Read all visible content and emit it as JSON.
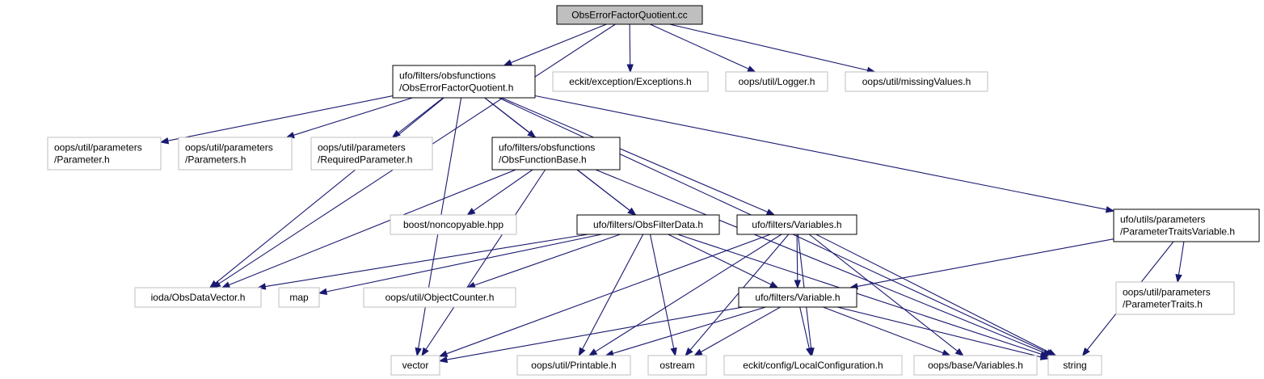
{
  "colors": {
    "root_fill": "#bfbfbf",
    "root_stroke": "#000000",
    "documented_stroke": "#000000",
    "external_stroke": "#bfbfbf",
    "edge": "#191970",
    "background": "#ffffff"
  },
  "nodes": [
    {
      "id": "root",
      "kind": "root",
      "lines": [
        "ObsErrorFactorQuotient.cc"
      ]
    },
    {
      "id": "oefq_h",
      "kind": "documented",
      "lines": [
        "ufo/filters/obsfunctions",
        "/ObsErrorFactorQuotient.h"
      ]
    },
    {
      "id": "eckit_exc",
      "kind": "external",
      "lines": [
        "eckit/exception/Exceptions.h"
      ]
    },
    {
      "id": "logger",
      "kind": "external",
      "lines": [
        "oops/util/Logger.h"
      ]
    },
    {
      "id": "missing",
      "kind": "external",
      "lines": [
        "oops/util/missingValues.h"
      ]
    },
    {
      "id": "param",
      "kind": "external",
      "lines": [
        "oops/util/parameters",
        "/Parameter.h"
      ]
    },
    {
      "id": "params",
      "kind": "external",
      "lines": [
        "oops/util/parameters",
        "/Parameters.h"
      ]
    },
    {
      "id": "reqparam",
      "kind": "external",
      "lines": [
        "oops/util/parameters",
        "/RequiredParameter.h"
      ]
    },
    {
      "id": "ofb",
      "kind": "documented",
      "lines": [
        "ufo/filters/obsfunctions",
        "/ObsFunctionBase.h"
      ]
    },
    {
      "id": "ptv",
      "kind": "documented",
      "lines": [
        "ufo/utils/parameters",
        "/ParameterTraitsVariable.h"
      ]
    },
    {
      "id": "noncopy",
      "kind": "external",
      "lines": [
        "boost/noncopyable.hpp"
      ]
    },
    {
      "id": "ofd",
      "kind": "documented",
      "lines": [
        "ufo/filters/ObsFilterData.h"
      ]
    },
    {
      "id": "vars",
      "kind": "documented",
      "lines": [
        "ufo/filters/Variables.h"
      ]
    },
    {
      "id": "odv",
      "kind": "external",
      "lines": [
        "ioda/ObsDataVector.h"
      ]
    },
    {
      "id": "map",
      "kind": "external",
      "lines": [
        "map"
      ]
    },
    {
      "id": "objcnt",
      "kind": "external",
      "lines": [
        "oops/util/ObjectCounter.h"
      ]
    },
    {
      "id": "var",
      "kind": "documented",
      "lines": [
        "ufo/filters/Variable.h"
      ]
    },
    {
      "id": "ptraits",
      "kind": "external",
      "lines": [
        "oops/util/parameters",
        "/ParameterTraits.h"
      ]
    },
    {
      "id": "vector",
      "kind": "external",
      "lines": [
        "vector"
      ]
    },
    {
      "id": "printable",
      "kind": "external",
      "lines": [
        "oops/util/Printable.h"
      ]
    },
    {
      "id": "ostream",
      "kind": "external",
      "lines": [
        "ostream"
      ]
    },
    {
      "id": "localcfg",
      "kind": "external",
      "lines": [
        "eckit/config/LocalConfiguration.h"
      ]
    },
    {
      "id": "basevars",
      "kind": "external",
      "lines": [
        "oops/base/Variables.h"
      ]
    },
    {
      "id": "string",
      "kind": "external",
      "lines": [
        "string"
      ]
    }
  ],
  "edges": [
    [
      "root",
      "oefq_h"
    ],
    [
      "root",
      "eckit_exc"
    ],
    [
      "root",
      "logger"
    ],
    [
      "root",
      "missing"
    ],
    [
      "root",
      "odv"
    ],
    [
      "oefq_h",
      "param"
    ],
    [
      "oefq_h",
      "params"
    ],
    [
      "oefq_h",
      "reqparam"
    ],
    [
      "oefq_h",
      "ofb"
    ],
    [
      "oefq_h",
      "ofd"
    ],
    [
      "oefq_h",
      "vars"
    ],
    [
      "oefq_h",
      "ptv"
    ],
    [
      "oefq_h",
      "string"
    ],
    [
      "oefq_h",
      "vector"
    ],
    [
      "oefq_h",
      "odv"
    ],
    [
      "ofb",
      "noncopy"
    ],
    [
      "ofb",
      "ofd"
    ],
    [
      "ofb",
      "odv"
    ],
    [
      "ofb",
      "vector"
    ],
    [
      "ofb",
      "string"
    ],
    [
      "ofd",
      "odv"
    ],
    [
      "ofd",
      "map"
    ],
    [
      "ofd",
      "objcnt"
    ],
    [
      "ofd",
      "var"
    ],
    [
      "ofd",
      "printable"
    ],
    [
      "ofd",
      "ostream"
    ],
    [
      "ofd",
      "string"
    ],
    [
      "vars",
      "var"
    ],
    [
      "vars",
      "vector"
    ],
    [
      "vars",
      "printable"
    ],
    [
      "vars",
      "ostream"
    ],
    [
      "vars",
      "localcfg"
    ],
    [
      "vars",
      "basevars"
    ],
    [
      "vars",
      "string"
    ],
    [
      "ptv",
      "var"
    ],
    [
      "ptv",
      "ptraits"
    ],
    [
      "ptv",
      "string"
    ],
    [
      "var",
      "vector"
    ],
    [
      "var",
      "printable"
    ],
    [
      "var",
      "ostream"
    ],
    [
      "var",
      "localcfg"
    ],
    [
      "var",
      "basevars"
    ],
    [
      "var",
      "string"
    ]
  ]
}
